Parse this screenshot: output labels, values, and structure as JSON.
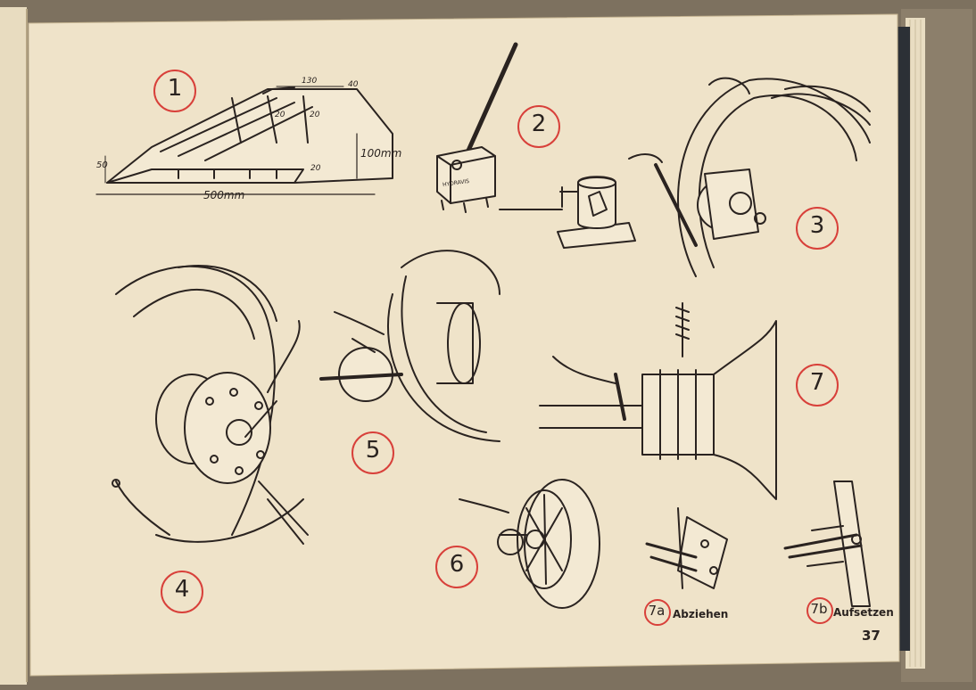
{
  "figures": [
    {
      "id": "fig-1",
      "label": "1"
    },
    {
      "id": "fig-2",
      "label": "2"
    },
    {
      "id": "fig-3",
      "label": "3"
    },
    {
      "id": "fig-4",
      "label": "4"
    },
    {
      "id": "fig-5",
      "label": "5"
    },
    {
      "id": "fig-6",
      "label": "6"
    },
    {
      "id": "fig-7",
      "label": "7"
    },
    {
      "id": "fig-7a",
      "label": "7a",
      "caption": "Abziehen"
    },
    {
      "id": "fig-7b",
      "label": "7b",
      "caption": "Aufsetzen"
    }
  ],
  "ramp_dimensions": {
    "top_width": "130",
    "top_right": "40",
    "inner_a": "20",
    "inner_b": "20",
    "height": "100mm",
    "left_height": "50",
    "base_gap": "20",
    "length": "500mm"
  },
  "device_label": "HYDRAVIS",
  "page_number": "37",
  "colors": {
    "paper": "#efe3c9",
    "ink": "#2a2320",
    "circle_red": "#d8403a",
    "cover": "#7d715f"
  }
}
